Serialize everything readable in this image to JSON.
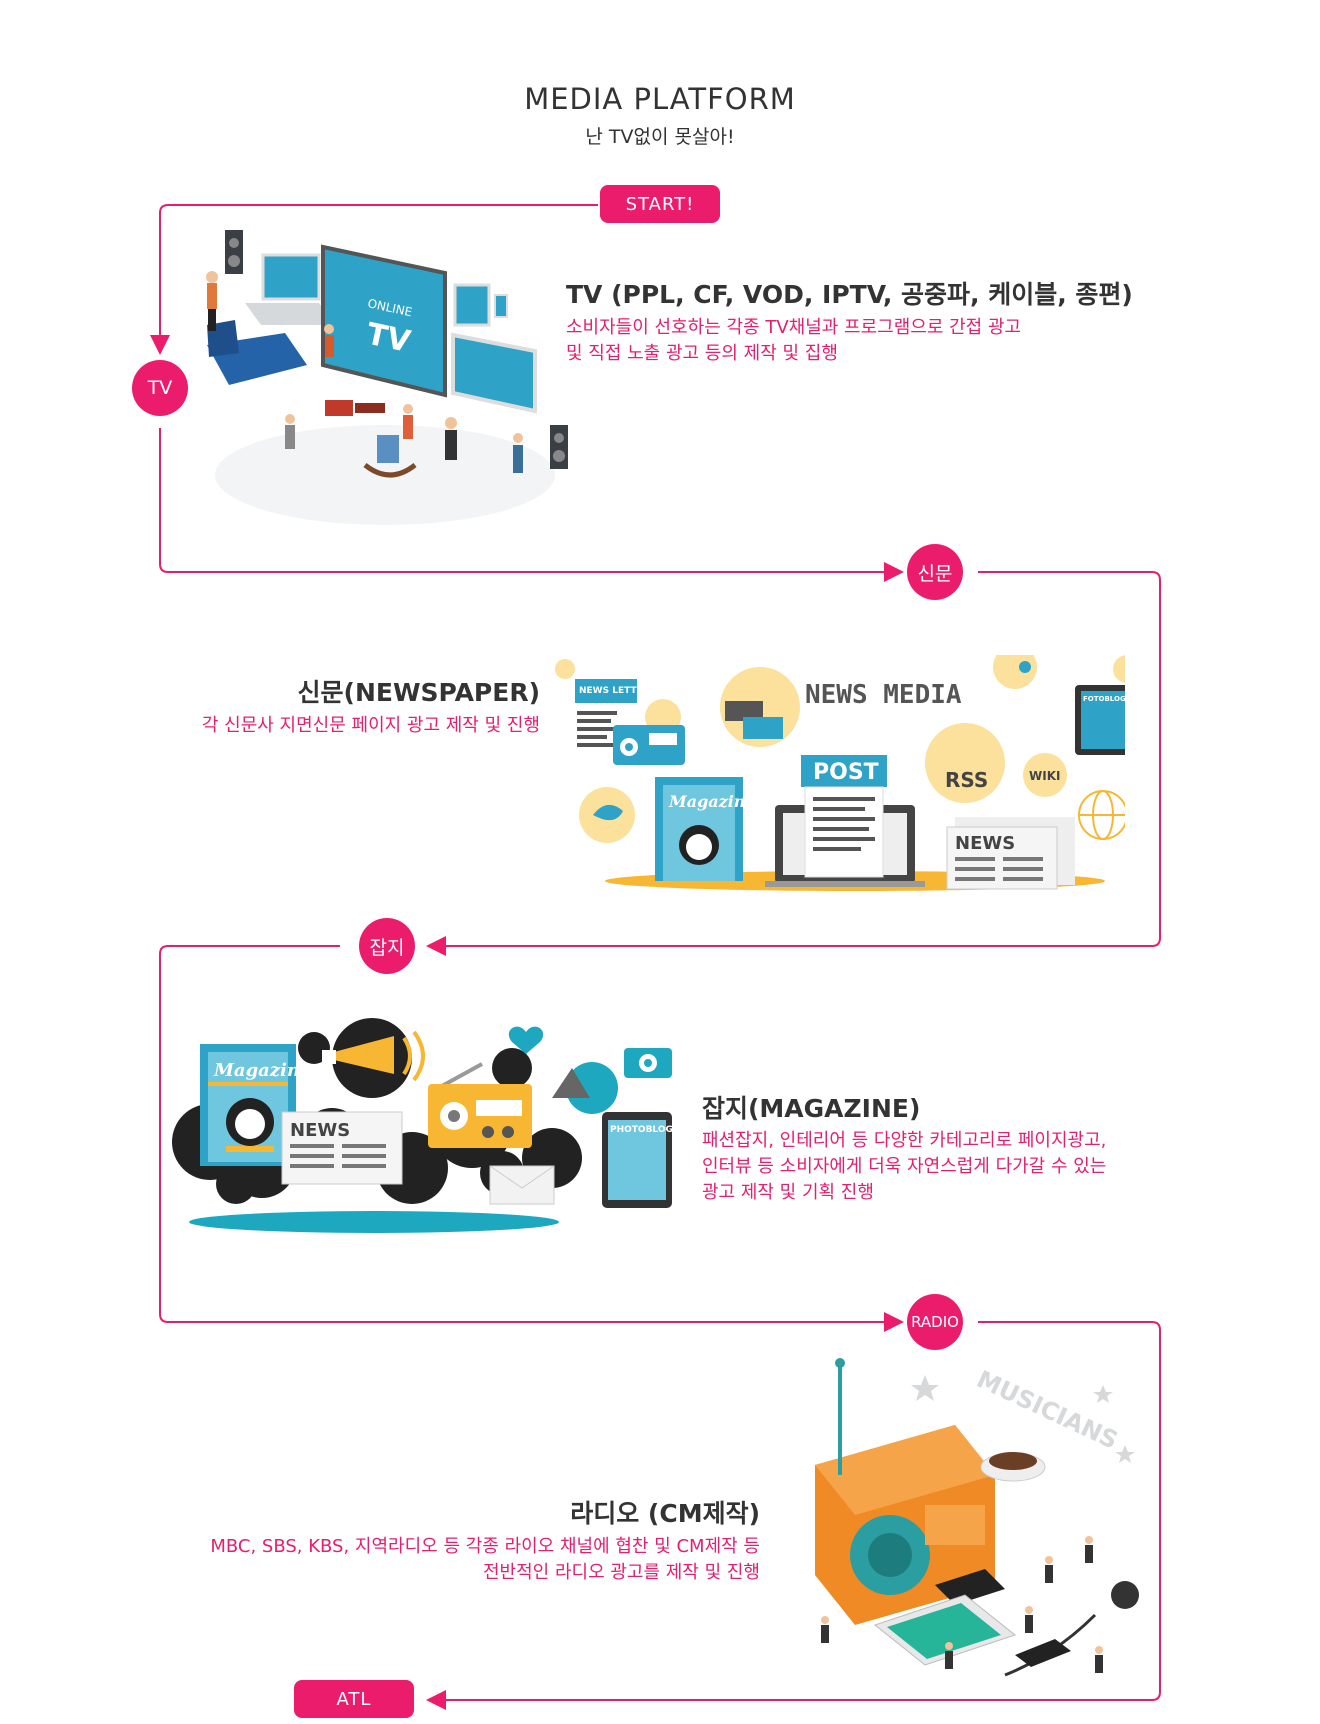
{
  "header": {
    "title": "MEDIA PLATFORM",
    "subtitle": "난 TV없이 못살아!"
  },
  "flow": {
    "start_label": "START!",
    "end_label": "ATL",
    "accent_color": "#ec1c6c"
  },
  "sections": {
    "tv": {
      "badge": "TV",
      "title": "TV (PPL, CF, VOD, IPTV, 공중파, 케이블, 종편)",
      "desc_lines": [
        "소비자들이 선호하는 각종 TV채널과 프로그램으로 간접 광고",
        "및 직접 노출 광고 등의 제작 및 집행"
      ],
      "illus_text": {
        "screen_small": "ONLINE",
        "screen_big": "TV"
      }
    },
    "newspaper": {
      "badge": "신문",
      "title": "신문(NEWSPAPER)",
      "desc_lines": [
        "각 신문사 지면신문 페이지 광고 제작 및 진행"
      ],
      "illus_text": {
        "news_media": "NEWS MEDIA",
        "newsletter": "NEWS LETTER",
        "post": "POST",
        "rss": "RSS",
        "wiki": "WIKI",
        "news": "NEWS",
        "magazine": "Magazine",
        "fotoblog": "FOTOBLOG"
      }
    },
    "magazine": {
      "badge": "잡지",
      "title": "잡지(MAGAZINE)",
      "desc_lines": [
        "패션잡지, 인테리어 등 다양한 카테고리로 페이지광고,",
        "인터뷰 등 소비자에게 더욱 자연스럽게 다가갈 수 있는",
        "광고 제작 및 기획 진행"
      ],
      "illus_text": {
        "magazine": "Magazine",
        "news": "NEWS",
        "photoblog": "PHOTOBLOG"
      }
    },
    "radio": {
      "badge": "RADIO",
      "title": "라디오 (CM제작)",
      "desc_lines": [
        "MBC, SBS, KBS, 지역라디오 등 각종 라이오 채널에 협찬 및 CM제작 등",
        "전반적인 라디오 광고를 제작 및 진행"
      ],
      "illus_text": {
        "musicians": "MUSICIANS"
      }
    }
  }
}
